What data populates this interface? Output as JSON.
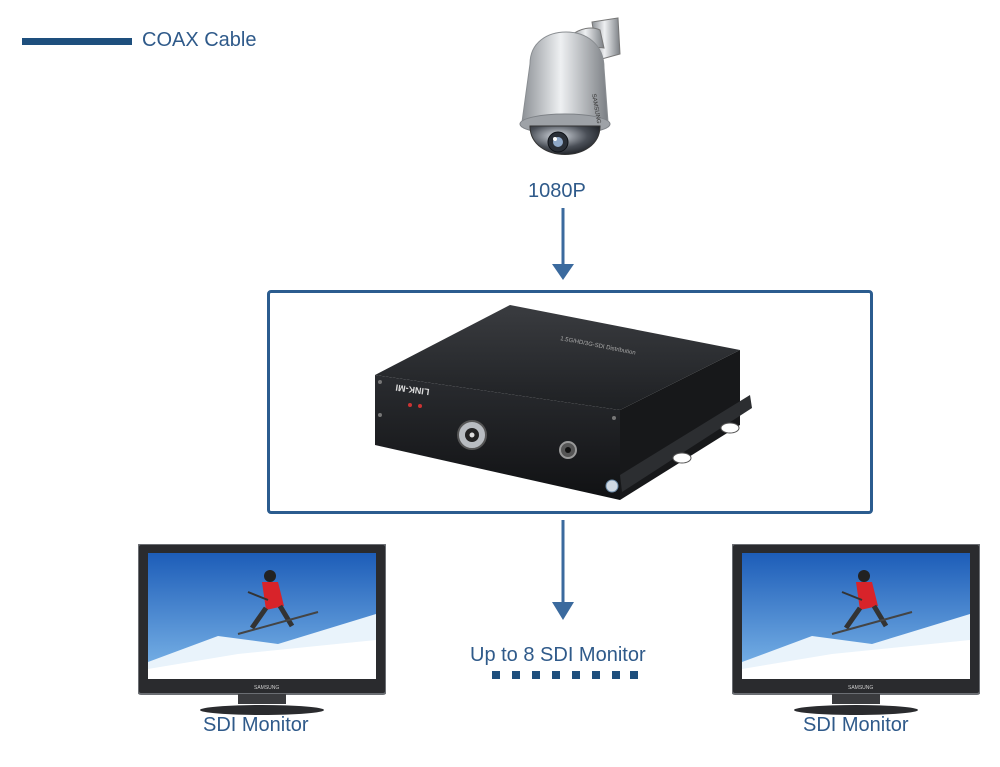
{
  "legend": {
    "text": "COAX Cable",
    "line_color": "#1e4f7d"
  },
  "camera": {
    "label": "1080P",
    "icon": "ptz-dome-camera-icon"
  },
  "device": {
    "icon": "sdi-distributor-box-icon",
    "brand": "LINK-MI"
  },
  "frame_color": "#2b5c8f",
  "monitors": [
    {
      "label": "SDI Monitor",
      "icon": "monitor-icon"
    },
    {
      "label": "SDI Monitor",
      "icon": "monitor-icon"
    }
  ],
  "output_note": "Up to 8 SDI Monitor",
  "text_color": "#2f5a8a"
}
